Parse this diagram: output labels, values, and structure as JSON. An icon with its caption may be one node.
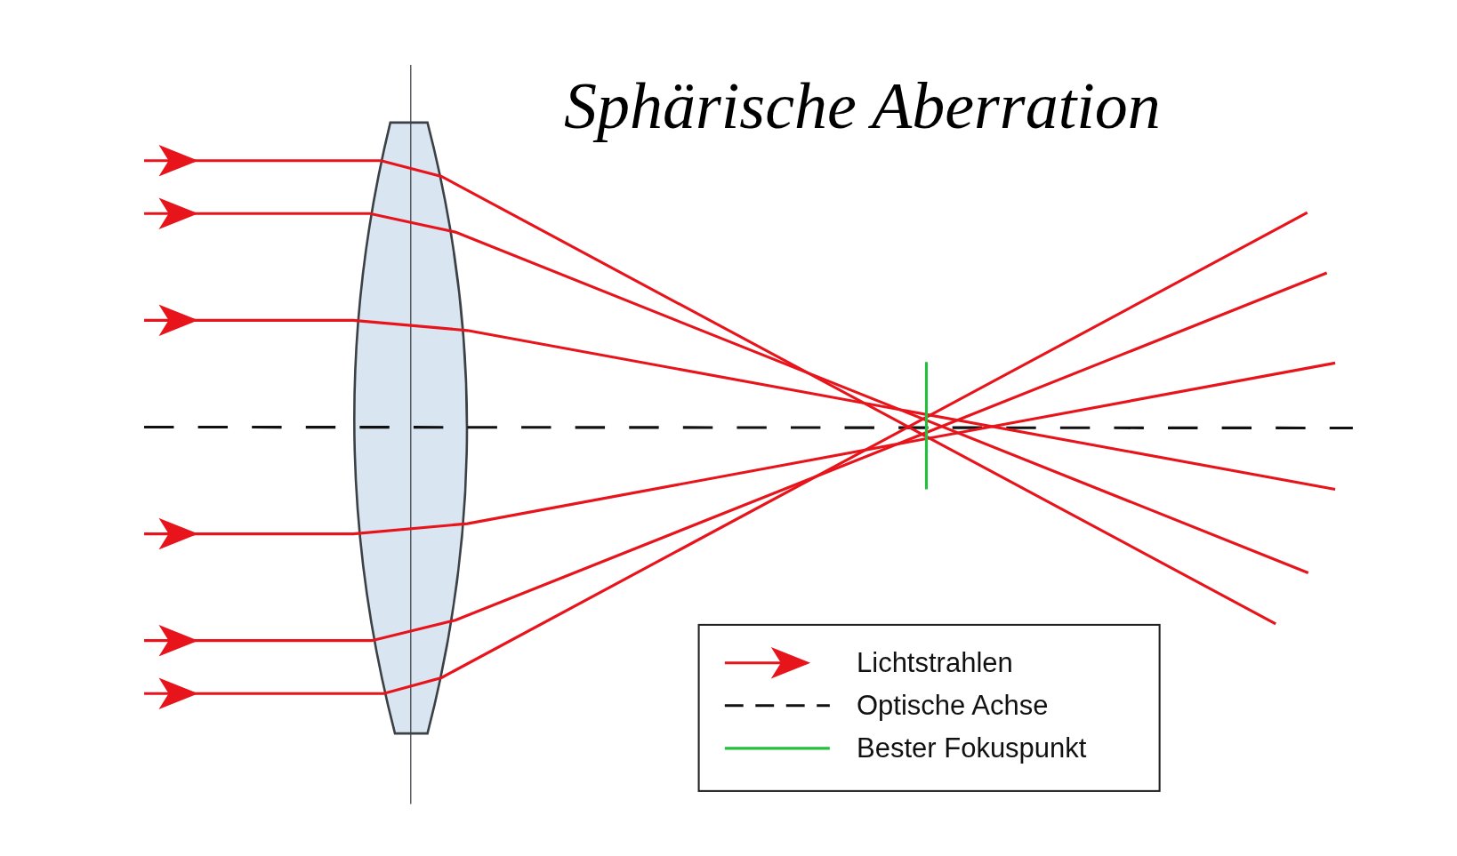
{
  "diagram": {
    "title": "Sphärische Aberration",
    "legend": [
      {
        "text": "Lichtstrahlen"
      },
      {
        "text": "Optische Achse"
      },
      {
        "text": "Bester Fokuspunkt"
      }
    ]
  }
}
